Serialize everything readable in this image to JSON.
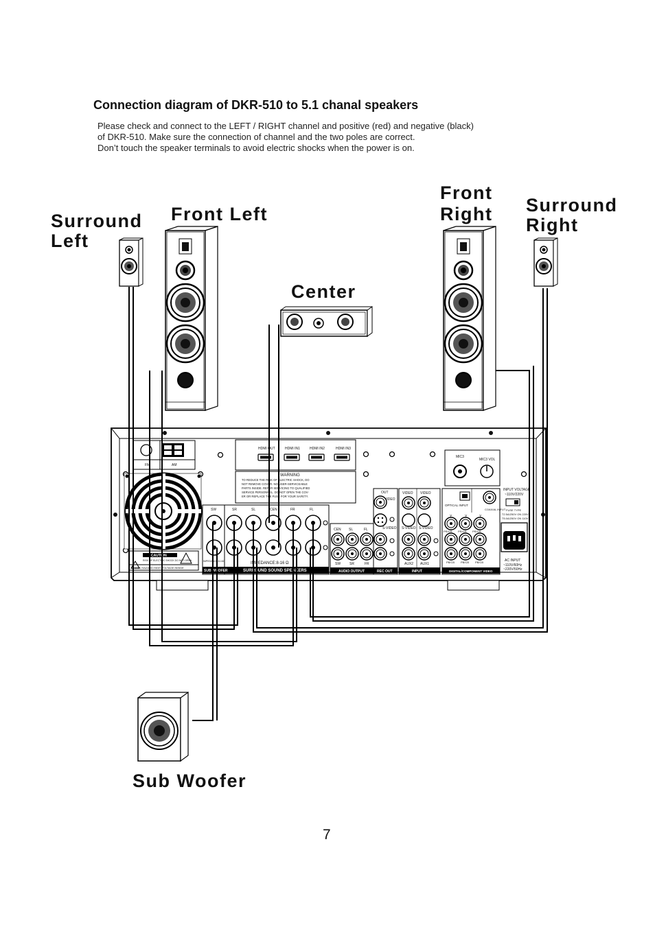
{
  "header": {
    "title": "Connection diagram of DKR-510  to 5.1 chanal speakers",
    "desc_lines": [
      "Please check and connect to the LEFT / RIGHT channel and positive (red) and negative (black)",
      "of DKR-510. Make sure the connection of channel and the two poles are correct.",
      "Don’t touch the speaker terminals to avoid electric shocks when the power is on."
    ]
  },
  "speakers": {
    "surround_left": [
      "Surround",
      "Left"
    ],
    "front_left": [
      "Front Left"
    ],
    "center": [
      "Center"
    ],
    "front_right": [
      "Front",
      "Right"
    ],
    "surround_right": [
      "Surround",
      "Right"
    ],
    "sub_woofer": [
      "Sub Woofer"
    ]
  },
  "panel": {
    "hdmi": [
      "HDMI OUT",
      "HDMI IN1",
      "HDMI IN2",
      "HDMI IN3"
    ],
    "fm": "FM",
    "am": "AM",
    "warning_title": "WARNING",
    "warning_lines": [
      "TO REDUCE THE RISK OF ELECTRIC SHOCK, DO",
      "NOT REMOVE COVER. NO USER-SERVICEABLE",
      "PARTS INSIDE. REFER SERVICING TO QUALIFIED",
      "SERVICE PERSONNEL. DO NOT OPEN THE COV-",
      "ER OR REPLACE THE FUSE FOR YOUR SAFETY."
    ],
    "speaker_terms": [
      "SW",
      "SR",
      "SL",
      "CEN",
      "FR",
      "FL"
    ],
    "impedance": "IMPEDANCE:8-16 Ω",
    "impedance_short": "IMPEDANCE:8-16Ω",
    "sub_woofer_label": "SUB WOOFER",
    "surround_label": "SURROUND SOUND SPEAKERS",
    "caution": "CAUTION",
    "caution_sub": "RISK OF ELECTRIC SHOCK DO NOT OPEN",
    "shock_hazard": "SHOCK HAZARD  HIGH VOLTAGE  INSIDE",
    "audio_out_top": [
      "CEN",
      "SL",
      "FL"
    ],
    "audio_out_bottom": [
      "SW",
      "SR",
      "FR"
    ],
    "audio_output_label": "AUDIO OUTPUT",
    "rec_out_label": "REC OUT",
    "out_label": "OUT",
    "video": "VIDEO",
    "s_video": "S-VIDEO",
    "input_label": "INPUT",
    "aux": [
      "AUX2",
      "AUX1"
    ],
    "mic": [
      "MIC3",
      "MIC3 VOL"
    ],
    "optical": "OPTICAL INPUT",
    "coaxial": "COAXIAL INPUT",
    "component_label": "DIGITAL/COMPONENT VIDEO",
    "component_sub": [
      "PR/CR",
      "PB/CB",
      "Y"
    ],
    "y": "Y",
    "input_voltage": [
      "INPUT VOLTAGE",
      "~110V/220V"
    ],
    "fuse": [
      "FUSE TYPE",
      "T2.5A/250V ON 220V",
      "T5.0A/250V ON 110V"
    ],
    "ac_input": [
      "AC INPUT",
      "~110V/60Hz",
      "~220V/50Hz"
    ]
  },
  "page_number": "7"
}
